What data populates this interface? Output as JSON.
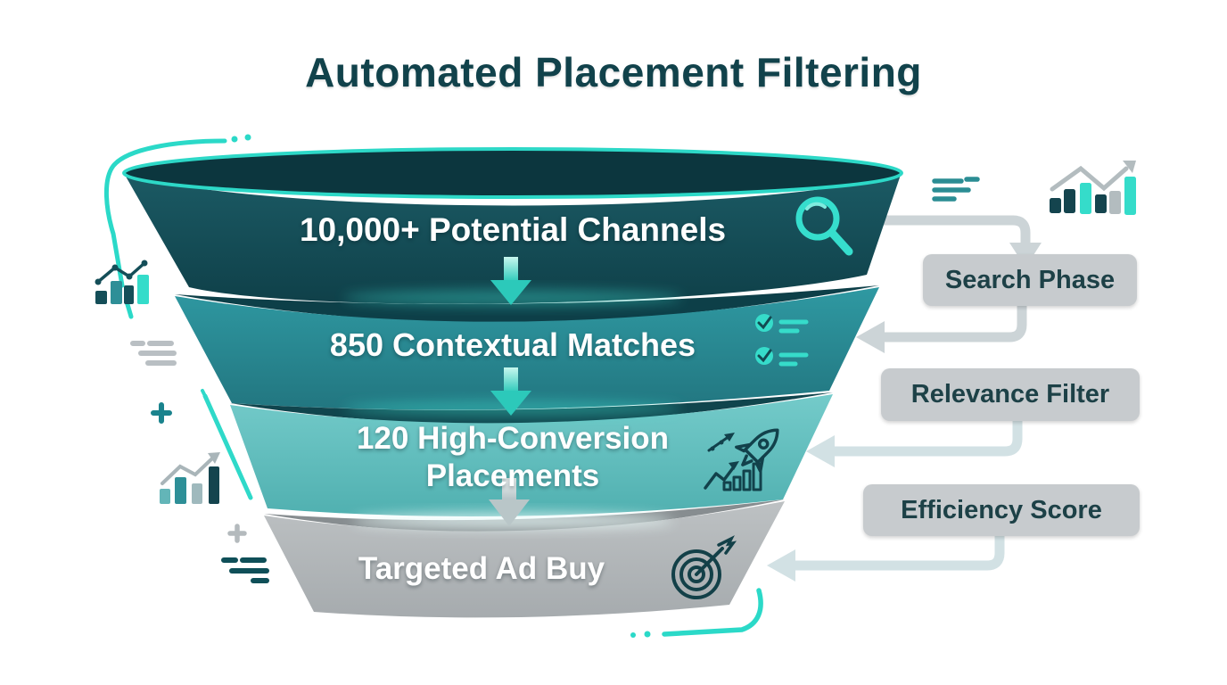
{
  "title": "Automated Placement Filtering",
  "funnel": {
    "stages": [
      {
        "label": "10,000+ Potential Channels",
        "icon": "magnifier-icon",
        "color": "#15505a"
      },
      {
        "label": "850 Contextual Matches",
        "icon": "checklist-icon",
        "color": "#2b909a"
      },
      {
        "label": "120 High-Conversion Placements",
        "icon": "rocket-growth-icon",
        "color": "#63bfbf"
      },
      {
        "label": "Targeted Ad Buy",
        "icon": "target-icon",
        "color": "#b4b8bb"
      }
    ]
  },
  "phases": [
    {
      "label": "Search Phase"
    },
    {
      "label": "Relevance Filter"
    },
    {
      "label": "Efficiency Score"
    }
  ],
  "colors": {
    "accent": "#2dd9c8",
    "title_text": "#11424b",
    "phase_box_bg": "#c7cbce",
    "phase_text": "#1d4147",
    "connector_gray": "#ccd4d7",
    "connector_blue": "#d2e1e4"
  }
}
